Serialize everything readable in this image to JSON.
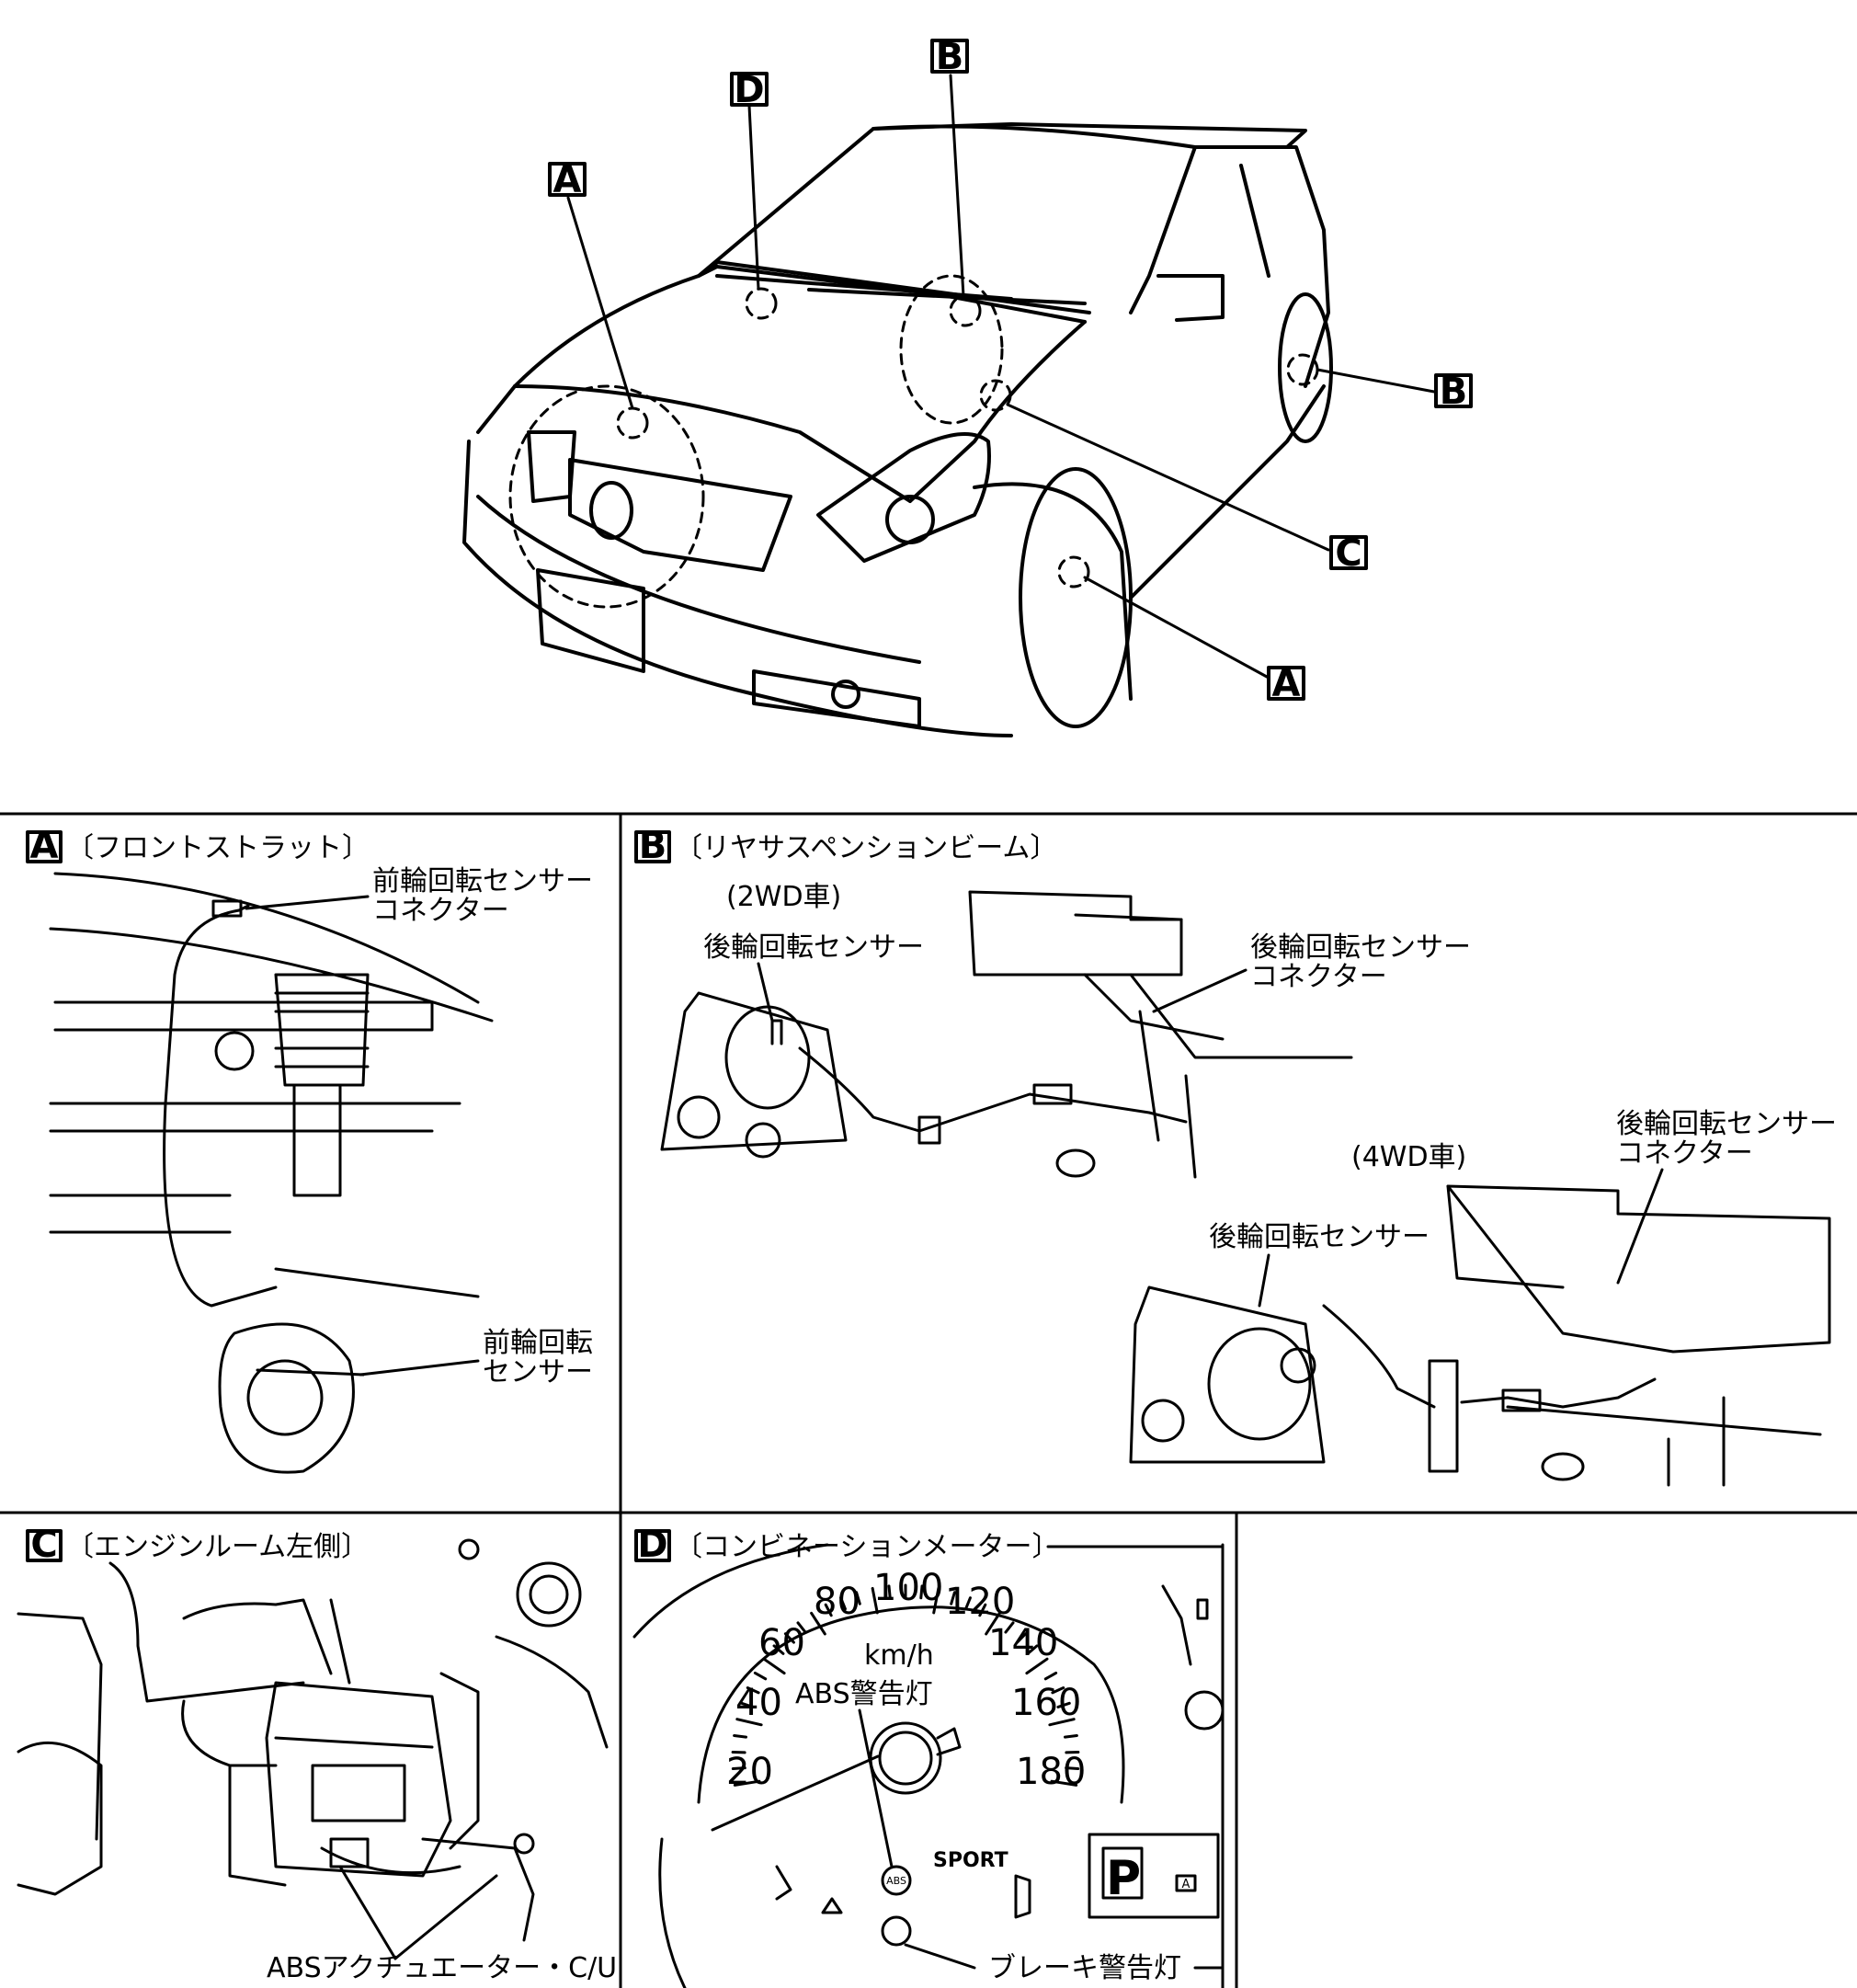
{
  "callouts": {
    "a": "A",
    "b": "B",
    "c": "C",
    "d": "D"
  },
  "panel_a": {
    "title": "〔フロントストラット〕",
    "connector_label_1": "前輪回転センサー",
    "connector_label_2": "コネクター",
    "sensor_label_1": "前輪回転",
    "sensor_label_2": "センサー"
  },
  "panel_b": {
    "title": "〔リヤサスペンションビーム〕",
    "variant_2wd": "(2WD車)",
    "variant_4wd": "(4WD車)",
    "sensor_2wd": "後輪回転センサー",
    "connector_2wd_1": "後輪回転センサー",
    "connector_2wd_2": "コネクター",
    "sensor_4wd": "後輪回転センサー",
    "connector_4wd_1": "後輪回転センサー",
    "connector_4wd_2": "コネクター"
  },
  "panel_c": {
    "title": "〔エンジンルーム左側〕",
    "actuator_label": "ABSアクチュエーター・C/U"
  },
  "panel_d": {
    "title": "〔コンビネーションメーター〕",
    "speed_unit": "km/h",
    "speed_ticks": [
      "20",
      "40",
      "60",
      "80",
      "100",
      "120",
      "140",
      "160",
      "180"
    ],
    "abs_label": "ABS警告灯",
    "brake_label": "ブレーキ警告灯",
    "abs_icon_text": "ABS",
    "sport_label": "SPORT",
    "gear_indicator": "P",
    "a_indicator": "A"
  }
}
